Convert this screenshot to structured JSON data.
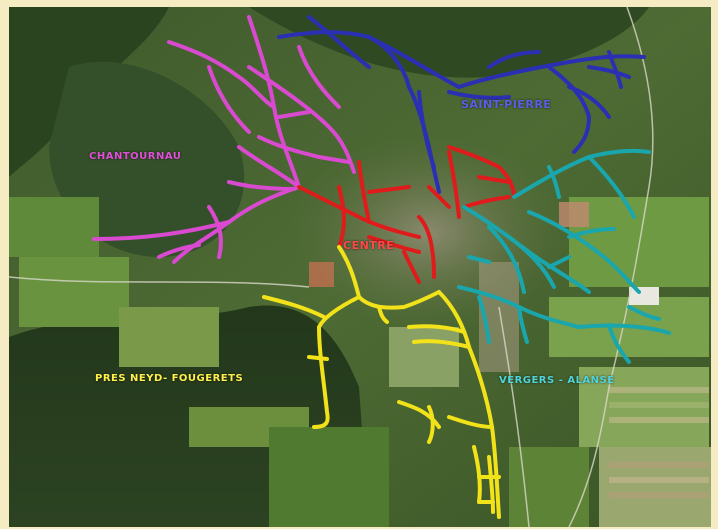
{
  "colors": {
    "frame": "#f5ecc4",
    "pink": "#d94ad0",
    "blue": "#2b2fb3",
    "red": "#e01b1b",
    "yellow": "#f2e21a",
    "cyan": "#1aa6ad"
  },
  "map": {
    "districts": [
      {
        "id": "chatroubeau",
        "label": "CHANTOURNAU",
        "color": "#e04fd8"
      },
      {
        "id": "saint-pierre",
        "label": "SAINT-PIERRE",
        "color": "#3a3fd6"
      },
      {
        "id": "centre",
        "label": "CENTRE",
        "color": "#ff3b3b"
      },
      {
        "id": "pres-neyd",
        "label": "PRES NEYD- FOUGERETS",
        "color": "#fff04a"
      },
      {
        "id": "vergers",
        "label": "VERGERS - ALANSE",
        "color": "#3cc8cf"
      }
    ]
  }
}
